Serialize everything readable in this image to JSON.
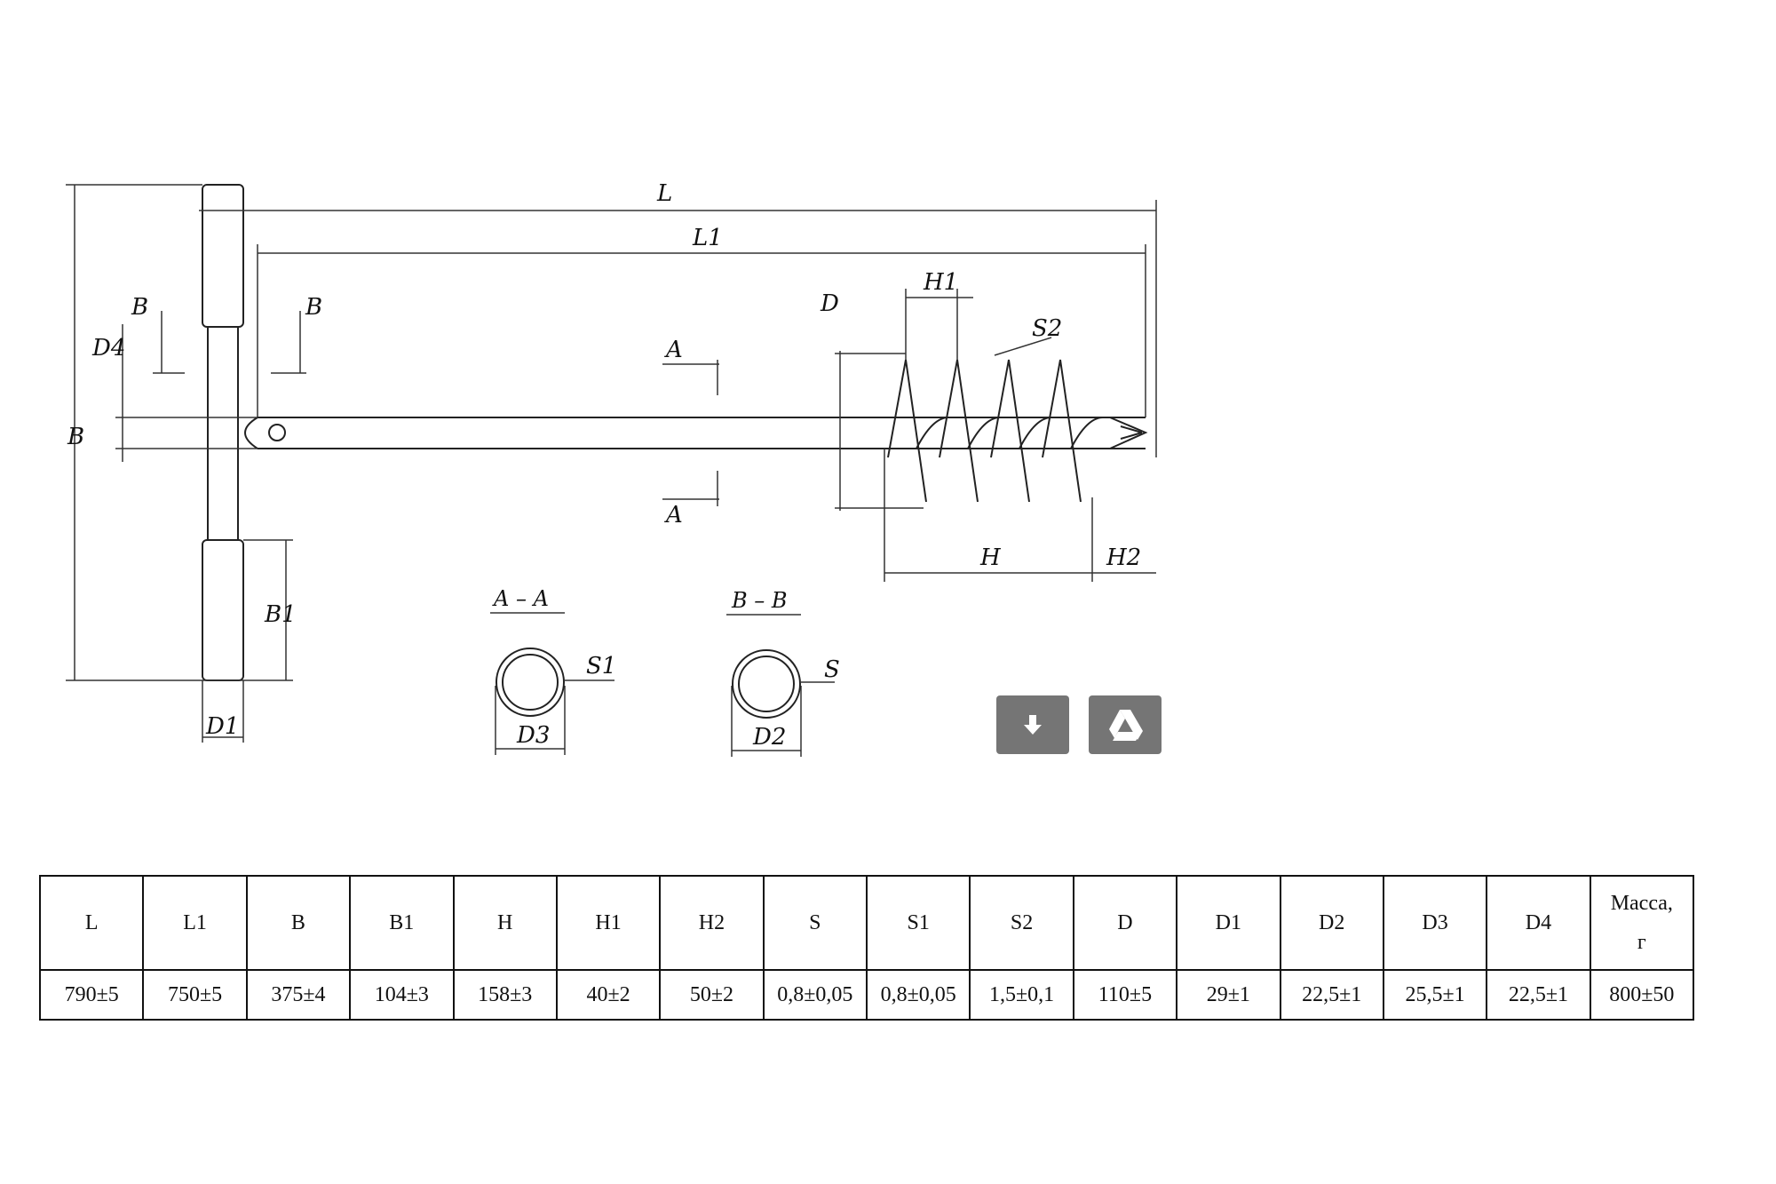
{
  "drawing": {
    "labels": {
      "L": "L",
      "L1": "L1",
      "B": "B",
      "B1": "B1",
      "D": "D",
      "D1": "D1",
      "D2": "D2",
      "D3": "D3",
      "D4": "D4",
      "H": "H",
      "H1": "H1",
      "H2": "H2",
      "S": "S",
      "S1": "S1",
      "S2": "S2",
      "cut_A": "A",
      "cut_B": "B"
    },
    "sections": {
      "aa_title": "A – A",
      "bb_title": "B – B"
    }
  },
  "actions": {
    "download_icon": "download-arrow-icon",
    "drive_icon": "google-drive-icon",
    "button_color": "#757575"
  },
  "table": {
    "headers": [
      "L",
      "L1",
      "B",
      "B1",
      "H",
      "H1",
      "H2",
      "S",
      "S1",
      "S2",
      "D",
      "D1",
      "D2",
      "D3",
      "D4",
      "Масса, г"
    ],
    "mass_header_line1": "Масса,",
    "mass_header_line2": "г",
    "values": [
      "790±5",
      "750±5",
      "375±4",
      "104±3",
      "158±3",
      "40±2",
      "50±2",
      "0,8±0,05",
      "0,8±0,05",
      "1,5±0,1",
      "110±5",
      "29±1",
      "22,5±1",
      "25,5±1",
      "22,5±1",
      "800±50"
    ]
  }
}
